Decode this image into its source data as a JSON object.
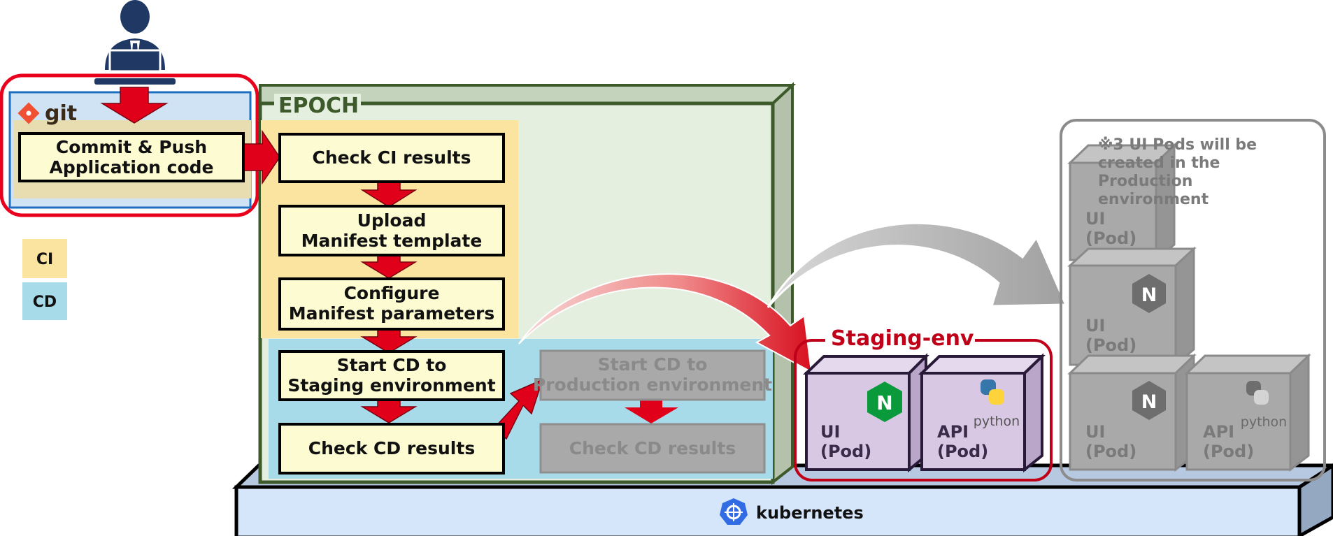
{
  "git_label": "git",
  "epoch_label": "EPOCH",
  "legend": {
    "ci": "CI",
    "cd": "CD"
  },
  "commit": {
    "line1": "Commit & Push",
    "line2": "Application code"
  },
  "steps": {
    "check_ci": "Check CI results",
    "upload": {
      "line1": "Upload",
      "line2": "Manifest template"
    },
    "configure": {
      "line1": "Configure",
      "line2": "Manifest parameters"
    },
    "start_cd_staging": {
      "line1": "Start CD to",
      "line2": "Staging environment"
    },
    "check_cd": "Check CD results",
    "start_cd_production": {
      "line1": "Start CD to",
      "line2": "Production environment"
    },
    "check_cd_production": "Check CD results"
  },
  "staging": {
    "title": "Staging-env",
    "ui_pod": {
      "name": "UI",
      "sub": "(Pod)",
      "badge": "N"
    },
    "api_pod": {
      "name": "API",
      "sub": "(Pod)",
      "badge": "python"
    }
  },
  "production": {
    "note": {
      "line1": "※3 UI Pods will be",
      "line2": "created in the",
      "line3": "Production",
      "line4": "environment"
    },
    "pod_name_ui": "UI",
    "pod_name_api": "API",
    "pod_sub": "(Pod)",
    "badge_n": "N",
    "badge_python": "python"
  },
  "kubernetes_label": "kubernetes",
  "colors": {
    "ci": "#fbe3a0",
    "cd": "#a8dbea",
    "git_bg": "#cfe3f5",
    "box_fill": "#fdfbd2",
    "epoch_bg": "#e4efe0",
    "epoch_border": "#3c5a2a",
    "red": "#e0001a",
    "staging_border": "#c00018",
    "pod_fill": "#d9c8e4",
    "gray_pod": "#a9a9a9",
    "k8s": "#d5e6fb"
  },
  "icons": [
    "user-icon",
    "laptop-icon",
    "git-icon",
    "nginx-icon",
    "python-icon",
    "kubernetes-icon"
  ]
}
